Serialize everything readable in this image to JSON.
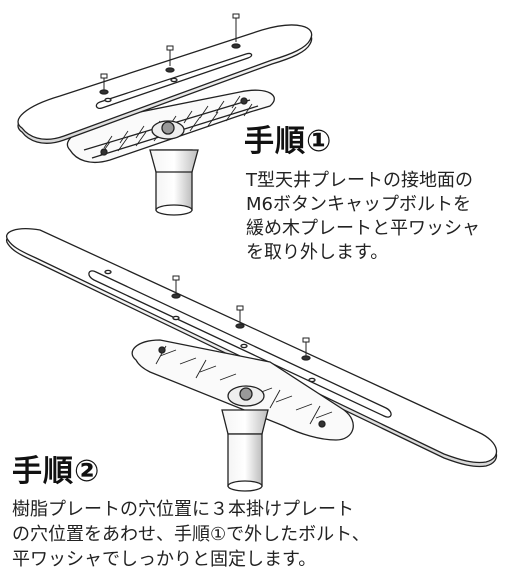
{
  "step1": {
    "title": "手順①",
    "lines": [
      "T型天井プレートの接地面の",
      "M6ボタンキャップボルトを",
      "緩め木プレートと平ワッシャ",
      "を取り外します。"
    ]
  },
  "step2": {
    "title": "手順②",
    "lines": [
      "樹脂プレートの穴位置に３本掛けプレート",
      "の穴位置をあわせ、手順①で外したボルト、",
      "平ワッシャでしっかりと固定します。"
    ]
  }
}
